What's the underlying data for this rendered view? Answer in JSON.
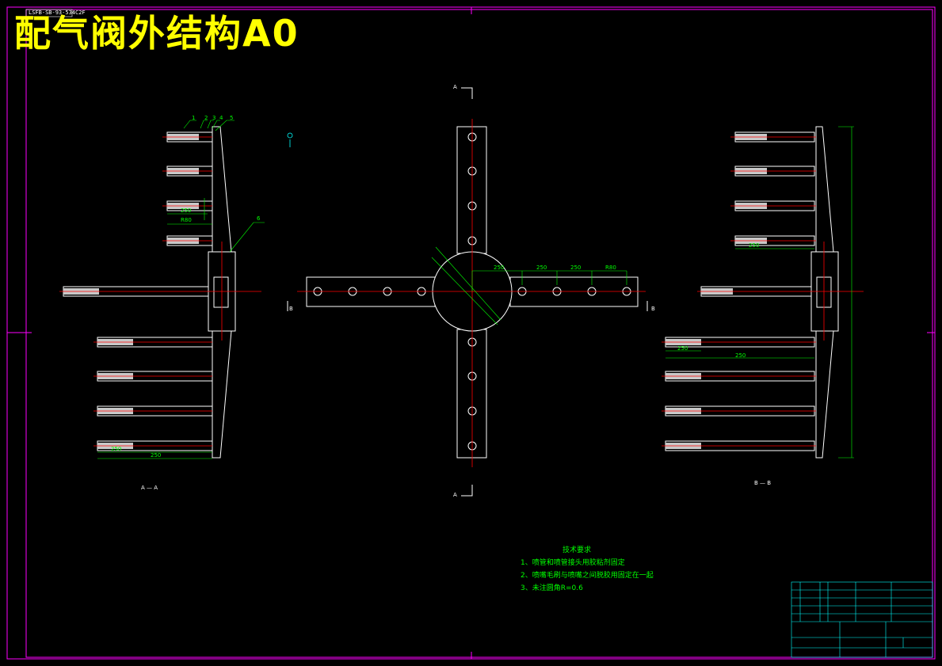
{
  "title": "配气阀外结构A0",
  "drawing_code": "LSFB-SB-93-534C2F",
  "section_labels": {
    "a_top": "A",
    "a_bottom": "A",
    "b_left": "B",
    "b_right": "B",
    "view_aa": "A — A",
    "view_bb": "B — B"
  },
  "part_numbers": [
    "1",
    "2",
    "3",
    "4",
    "5",
    "6"
  ],
  "dimensions": {
    "left_dims": [
      "250",
      "R80",
      "250",
      "250",
      "6"
    ],
    "center_dims": [
      "250",
      "250",
      "250",
      "R80"
    ],
    "right_dims": [
      "250",
      "250",
      "250"
    ]
  },
  "technical_requirements": {
    "heading": "技术要求",
    "items": [
      "1、喷管和喷管接头用胶粘剂固定",
      "2、喷嘴毛刷与喷嘴之间脱胶用固定在一起",
      "3、未注圆角R=0.6"
    ]
  },
  "colors": {
    "background": "#000000",
    "outline": "#ffffff",
    "centerline": "#ff0000",
    "dimension": "#00ff00",
    "title": "#ffff00",
    "frame": "#ff00ff",
    "table": "#00ffff"
  }
}
